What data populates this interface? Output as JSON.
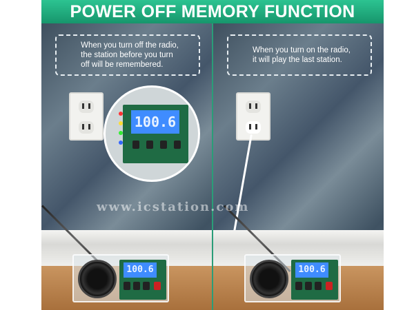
{
  "title": "POWER OFF MEMORY FUNCTION",
  "left_panel": {
    "note_lines": [
      "When you turn off the radio,",
      "the station before you turn",
      "off will be remembered."
    ]
  },
  "right_panel": {
    "note_lines": [
      "When you turn on the radio,",
      "it will play the last station."
    ]
  },
  "lcd_frequency": "100.6",
  "watermark": "www.icstation.com",
  "colors": {
    "title_bar": "#1fa37a",
    "wall": "#50606e",
    "lcd": "#3f8cff"
  }
}
